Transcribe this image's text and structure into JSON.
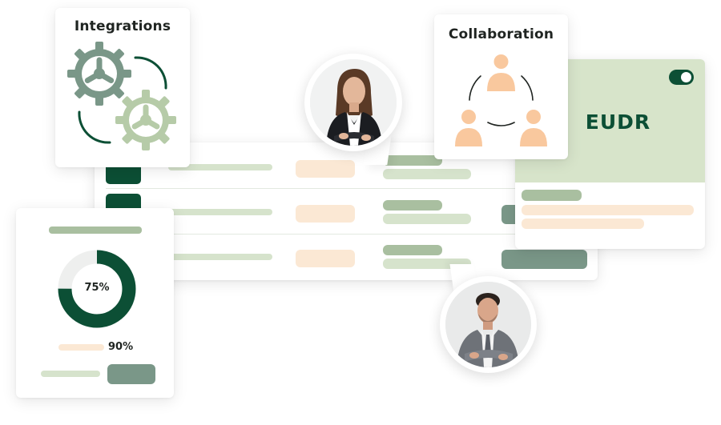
{
  "integrations": {
    "title": "Integrations",
    "icon": "gears-icon"
  },
  "collaboration": {
    "title": "Collaboration",
    "icon": "team-icon"
  },
  "eudr": {
    "label": "EUDR",
    "toggle_on": true
  },
  "progress": {
    "percent": 75,
    "percent_label": "75%",
    "secondary_label": "90%"
  },
  "colors": {
    "dark_green": "#0c4f35",
    "sage": "#7a9788",
    "light_sage": "#d6e3cc",
    "muted_green": "#a9bfa0",
    "peach": "#fbe8d4",
    "avatar_orange": "#f9c89e",
    "eudr_bg": "#d7e4ca"
  }
}
